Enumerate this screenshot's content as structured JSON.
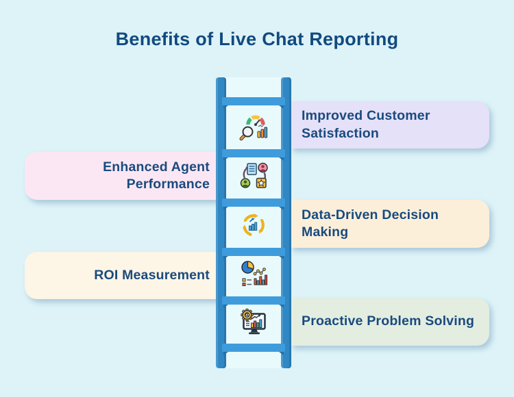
{
  "title": "Benefits of Live Chat Reporting",
  "benefits": [
    {
      "label": "Improved Customer Satisfaction",
      "side": "right",
      "icon": "satisfaction-gauge-icon",
      "card_color": "#e5e1f8"
    },
    {
      "label": "Enhanced Agent Performance",
      "side": "left",
      "icon": "agent-feedback-icon",
      "card_color": "#fbe7f3"
    },
    {
      "label": "Data-Driven Decision Making",
      "side": "right",
      "icon": "improvement-cycle-icon",
      "card_color": "#fcefda"
    },
    {
      "label": "ROI Measurement",
      "side": "left",
      "icon": "roi-analytics-icon",
      "card_color": "#fdf5e6"
    },
    {
      "label": "Proactive Problem Solving",
      "side": "right",
      "icon": "monitoring-gear-icon",
      "card_color": "#e3eee1"
    }
  ],
  "colors": {
    "background": "#ddf3f8",
    "ladder_rail": "#2f87c4",
    "ladder_rung": "#3f9cdc",
    "title_text": "#114a7f",
    "card_text": "#1a4a7e"
  }
}
